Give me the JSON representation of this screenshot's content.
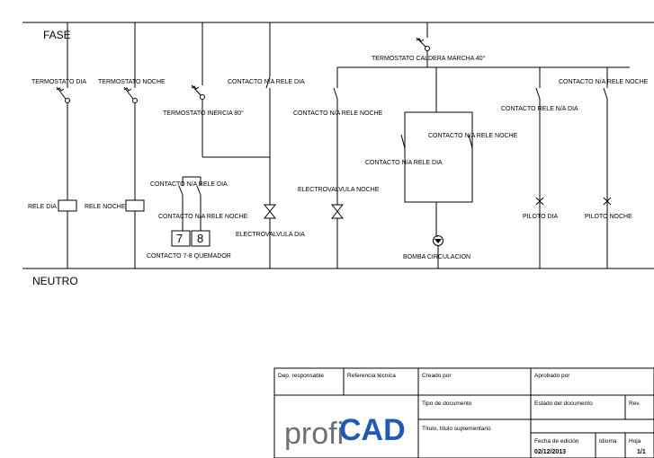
{
  "rails": {
    "phase": "FASE",
    "neutral": "NEUTRO"
  },
  "labels": {
    "termostato_dia": "TERMOSTATO DIA",
    "termostato_noche": "TERMOSTATO NOCHE",
    "termostato_inercia": "TERMOSTATO INERCIA 80°",
    "termostato_caldera": "TERMOSTATO CALDERA MARCHA 40°",
    "contacto_rele_dia_top": "CONTACTO N/A RELE DIA",
    "contacto_rele_noche_main": "CONTACTO N/A RELE NOCHE",
    "contacto_rele_noche_box": "CONTACTO N/A RELE NOCHE",
    "contacto_rele_dia_box": "CONTACTO N/A RELE DIA",
    "contacto_rele_dia_right": "CONTACTO RELE N/A DIA",
    "contacto_rele_noche_right": "CONTACTO N/A RELE NOCHE",
    "contacto_rele_dia_burner": "CONTACTO N/A RELE DIA",
    "contacto_rele_noche_burner": "CONTACTO N/A RELE NOCHE",
    "rele_dia": "RELE DIA",
    "rele_noche": "RELE NOCHE",
    "electrovalvula_noche": "ELECTROVALVULA NOCHE",
    "electrovalvula_dia": "ELECTROVALVULA DIA",
    "bomba": "BOMBA CIRCULACION",
    "piloto_dia": "PILOTO DIA",
    "piloto_noche": "PILOTO NOCHE",
    "contacto_quemador": "CONTACTO 7-8 QUEMADOR",
    "terminal_7": "7",
    "terminal_8": "8"
  },
  "title_block": {
    "dep_responsable": "Dep. responsable",
    "referencia_tecnica": "Referencia técnica",
    "creado_por": "Creado por",
    "aprobado_por": "Aprobado por",
    "tipo_documento": "Tipo de documento",
    "estado_documento": "Estado del documento",
    "rev": "Rev.",
    "titulo": "Título, título suplementario",
    "fecha_edicion": "Fecha de edición",
    "fecha_valor": "02/12/2013",
    "idioma": "Idioma",
    "hoja": "Hoja",
    "hoja_valor": "1/1",
    "logo_pre": "profi",
    "logo_main": "CAD"
  },
  "colors": {
    "logo_grey": "#6b7075",
    "logo_blue": "#1f5bb5",
    "ink": "#000000"
  }
}
